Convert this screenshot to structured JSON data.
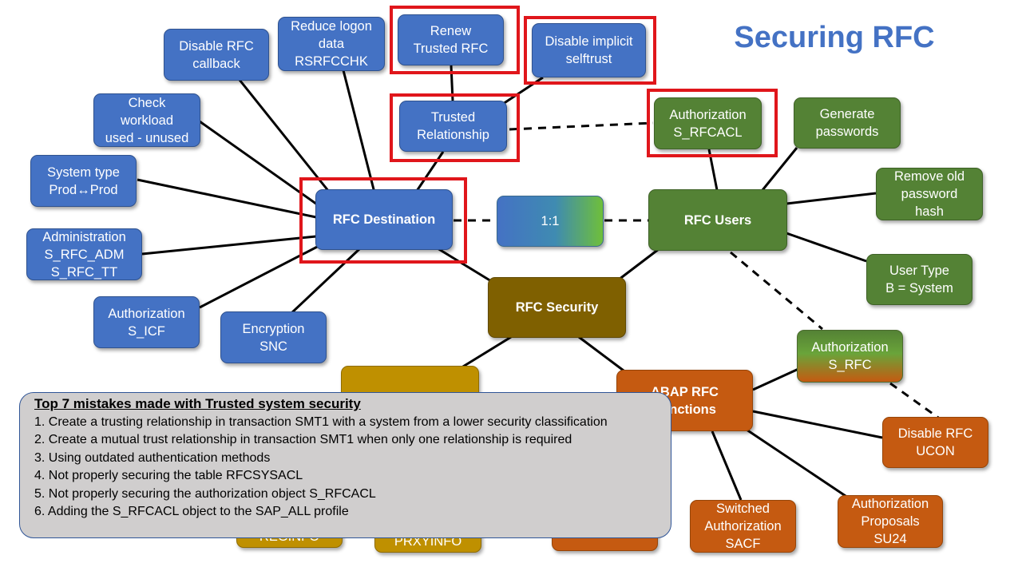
{
  "title": "Securing RFC",
  "center": {
    "label": "RFC Security"
  },
  "hubs": {
    "destination": "RFC Destination",
    "users": "RFC Users",
    "abap_functions": "ABAP RFC\nFunctions",
    "ratio": "1:1"
  },
  "destination_nodes": {
    "disable_callback": "Disable RFC\ncallback",
    "reduce_logon": "Reduce logon\ndata\nRSRFCCHK",
    "renew_trusted": "Renew\nTrusted RFC",
    "disable_selftrust": "Disable implicit\nselftrust",
    "trusted_relationship": "Trusted\nRelationship",
    "check_workload": "Check\nworkload\nused - unused",
    "system_type": "System type\nProd↔Prod",
    "administration": "Administration\nS_RFC_ADM\nS_RFC_TT",
    "authorization_icf": "Authorization\nS_ICF",
    "encryption": "Encryption\nSNC"
  },
  "user_nodes": {
    "authorization_rfcacl": "Authorization\nS_RFCACL",
    "generate_passwords": "Generate\npasswords",
    "remove_hash": "Remove old\npassword\nhash",
    "user_type": "User Type\nB = System",
    "authorization_rfc": "Authorization\nS_RFC"
  },
  "function_nodes": {
    "disable_ucon": "Disable RFC\nUCON",
    "proposals": "Authorization\nProposals\nSU24",
    "switched": "Switched\nAuthorization\nSACF"
  },
  "gateway_nodes": {
    "reginfo": "REGINFO",
    "prxyinfo": "PRXYINFO"
  },
  "mistakes": {
    "title": "Top 7 mistakes made with Trusted system security",
    "items": [
      "1. Create a trusting relationship in transaction SMT1 with a system from a lower security classification",
      "2. Create a mutual trust relationship in transaction SMT1 when only one relationship is required",
      "3. Using outdated authentication methods",
      "4. Not properly securing the table RFCSYSACL",
      "5. Not properly securing the authorization object S_RFCACL",
      "6. Adding the S_RFCACL object to the SAP_ALL profile"
    ]
  },
  "colors": {
    "blue": "#4472c4",
    "green": "#548235",
    "orange": "#c55a11",
    "olive": "#7f6000",
    "gold": "#bf9000",
    "highlight": "#e0161b",
    "title": "#4472c4",
    "box_fill": "#d0cece"
  }
}
